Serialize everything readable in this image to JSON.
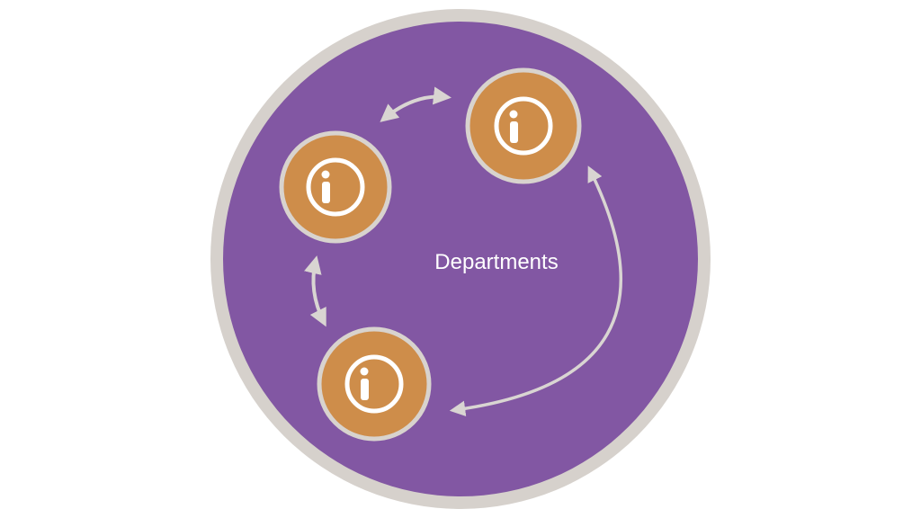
{
  "diagram": {
    "center_label": "Departments",
    "colors": {
      "outer_ring": "#d6d1cc",
      "disc": "#8257a3",
      "node_fill": "#ce8d4a",
      "node_border": "#d8d3ce",
      "arrow": "#d9d5d2",
      "icon": "#ffffff"
    },
    "nodes": [
      {
        "name": "node-top-right",
        "icon": "info-icon"
      },
      {
        "name": "node-left",
        "icon": "info-icon"
      },
      {
        "name": "node-bottom",
        "icon": "info-icon"
      }
    ],
    "connections": [
      {
        "from": "node-left",
        "to": "node-top-right",
        "type": "bidirectional"
      },
      {
        "from": "node-left",
        "to": "node-bottom",
        "type": "bidirectional"
      },
      {
        "from": "node-top-right",
        "to": "node-bottom",
        "type": "bidirectional"
      }
    ]
  }
}
